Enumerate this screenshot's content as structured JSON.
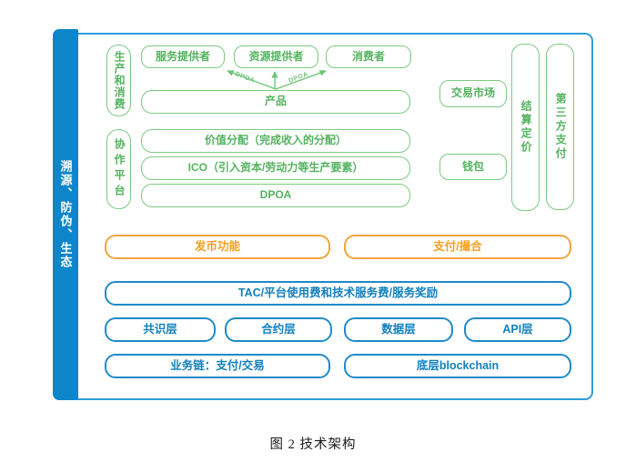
{
  "banner": {
    "text": "溯源、防伪、生态"
  },
  "green": {
    "prod_label": "生产和消费",
    "collab_label": "协作平台",
    "service_provider": "服务提供者",
    "resource_provider": "资源提供者",
    "consumer": "消费者",
    "product": "产品",
    "value_dist": "价值分配（完成收入的分配）",
    "ico": "ICO（引入资本/劳动力等生产要素）",
    "dpoa": "DPOA",
    "market": "交易市场",
    "wallet": "钱包",
    "settlement": "结算定价",
    "third_party": "第三方支付",
    "arrow_label_left": "DPOA",
    "arrow_label_right": "DPOA"
  },
  "orange": {
    "issue_function": "发币功能",
    "pay_match": "支付/撮合"
  },
  "blue": {
    "tac": "TAC/平台使用费和技术服务费/服务奖励",
    "consensus": "共识层",
    "contract": "合约层",
    "data": "数据层",
    "api": "API层",
    "business_chain": "业务链：支付/交易",
    "blockchain": "底层blockchain"
  },
  "caption": "图 2 技术架构",
  "colors": {
    "banner_blue": "#0d86c9",
    "frame_blue": "#2d9ed9",
    "green": "#54b35f",
    "orange": "#f5a01e",
    "blue": "#1180be"
  }
}
